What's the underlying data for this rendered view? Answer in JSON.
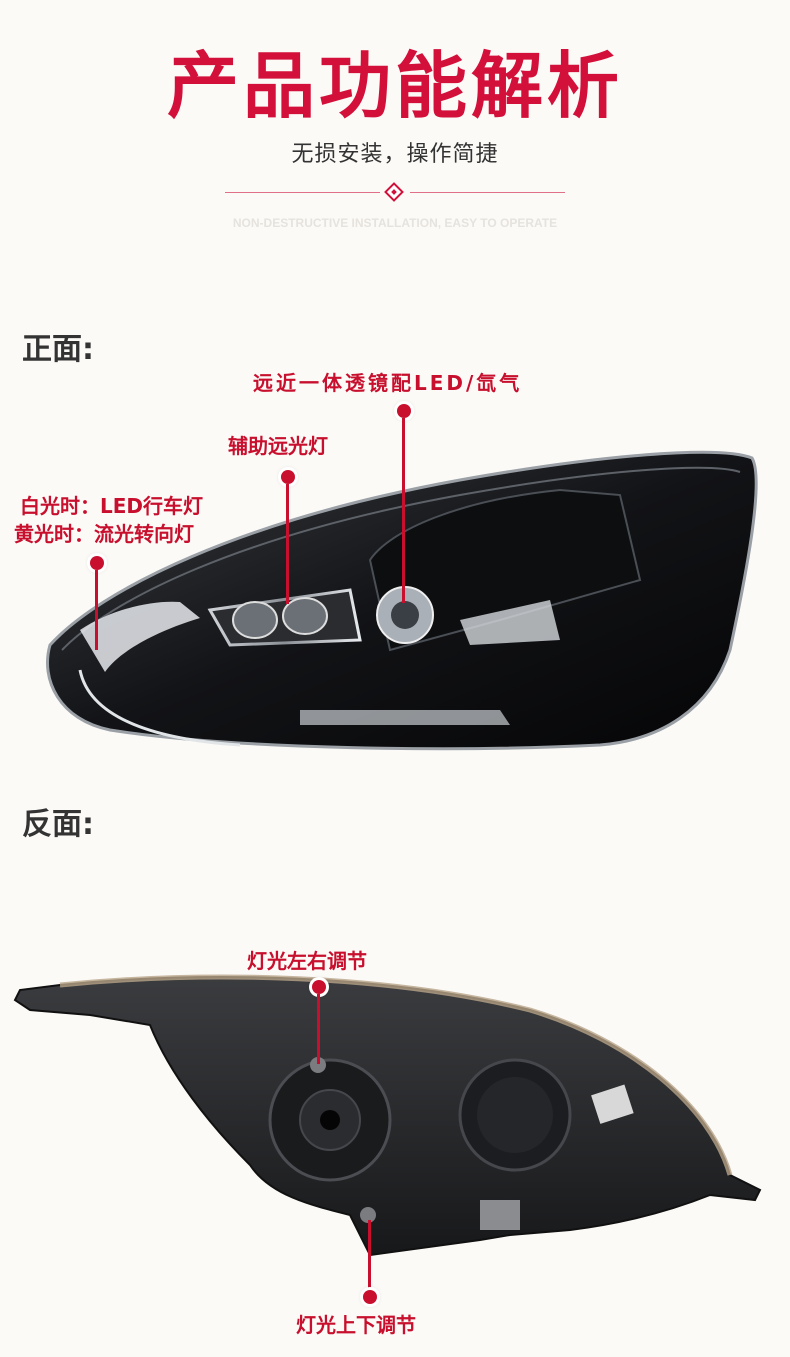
{
  "header": {
    "title": "产品功能解析",
    "subtitle": "无损安装，操作简捷",
    "english": "NON-DESTRUCTIVE INSTALLATION, EASY TO OPERATE"
  },
  "front": {
    "label": "正面:",
    "callouts": [
      {
        "id": "projector",
        "text": "远近一体透镜配LED/氙气"
      },
      {
        "id": "aux-high-beam",
        "text": "辅助远光灯"
      },
      {
        "id": "drl-white",
        "text": "白光时：LED行车灯"
      },
      {
        "id": "turn-yellow",
        "text": "黄光时：流光转向灯"
      }
    ]
  },
  "back": {
    "label": "反面:",
    "callouts": [
      {
        "id": "horizontal-adjust",
        "text": "灯光左右调节"
      },
      {
        "id": "vertical-adjust",
        "text": "灯光上下调节"
      }
    ]
  },
  "colors": {
    "accent": "#c8102e",
    "title_red": "#d2103a",
    "text_dark": "#333333",
    "background": "#fbfaf7"
  }
}
